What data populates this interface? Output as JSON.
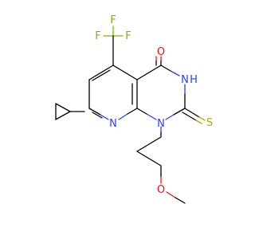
{
  "molecule": {
    "atoms": [
      {
        "id": "F1",
        "label": "F",
        "color": "#79b800"
      },
      {
        "id": "F2",
        "label": "F",
        "color": "#79b800"
      },
      {
        "id": "F3",
        "label": "F",
        "color": "#79b800"
      },
      {
        "id": "O1",
        "label": "O",
        "color": "#ff0d0d"
      },
      {
        "id": "N3",
        "label": "N",
        "color": "#2a3cff"
      },
      {
        "id": "H3",
        "label": "H",
        "color": "#2a3cff"
      },
      {
        "id": "S1",
        "label": "S",
        "color": "#b8a600"
      },
      {
        "id": "N8",
        "label": "N",
        "color": "#2a3cff"
      },
      {
        "id": "N1",
        "label": "N",
        "color": "#2a3cff"
      },
      {
        "id": "O2",
        "label": "O",
        "color": "#ff0d0d"
      }
    ],
    "colors": {
      "carbon": "#000000",
      "nitrogen": "#2a3cff",
      "oxygen": "#ff0d0d",
      "fluorine": "#79b800",
      "sulfur": "#b8a600",
      "background": "#ffffff"
    }
  }
}
